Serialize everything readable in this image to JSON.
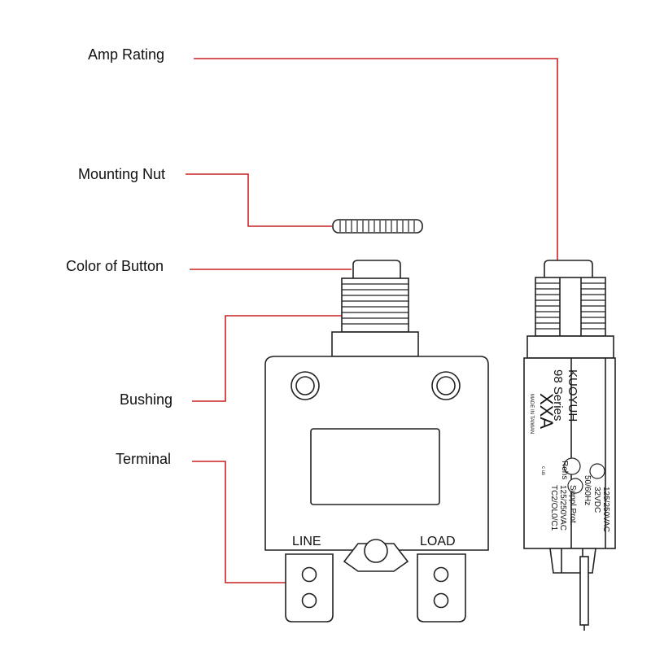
{
  "callouts": {
    "amp_rating": "Amp Rating",
    "mounting_nut": "Mounting Nut",
    "color_of_button": "Color of Button",
    "bushing": "Bushing",
    "terminal": "Terminal"
  },
  "front": {
    "line_label": "LINE",
    "load_label": "LOAD"
  },
  "side_label": {
    "brand": "KUOYUH",
    "series": "98 Series",
    "rating": "XXA",
    "made_in": "MADE IN TAIWAN",
    "ac_rating": "125/250VAC",
    "dc_rating": "32VDC",
    "frequency": "50/60Hz",
    "rohs": "Rohs",
    "suppl_prot": "Suppl.Prot.",
    "ac_rating_2": "125/250VAC",
    "tc_codes": "TC2/OL0/C1",
    "cert_us": "c  us"
  },
  "colors": {
    "leader_line": "#cc2222",
    "outline": "#222222"
  }
}
